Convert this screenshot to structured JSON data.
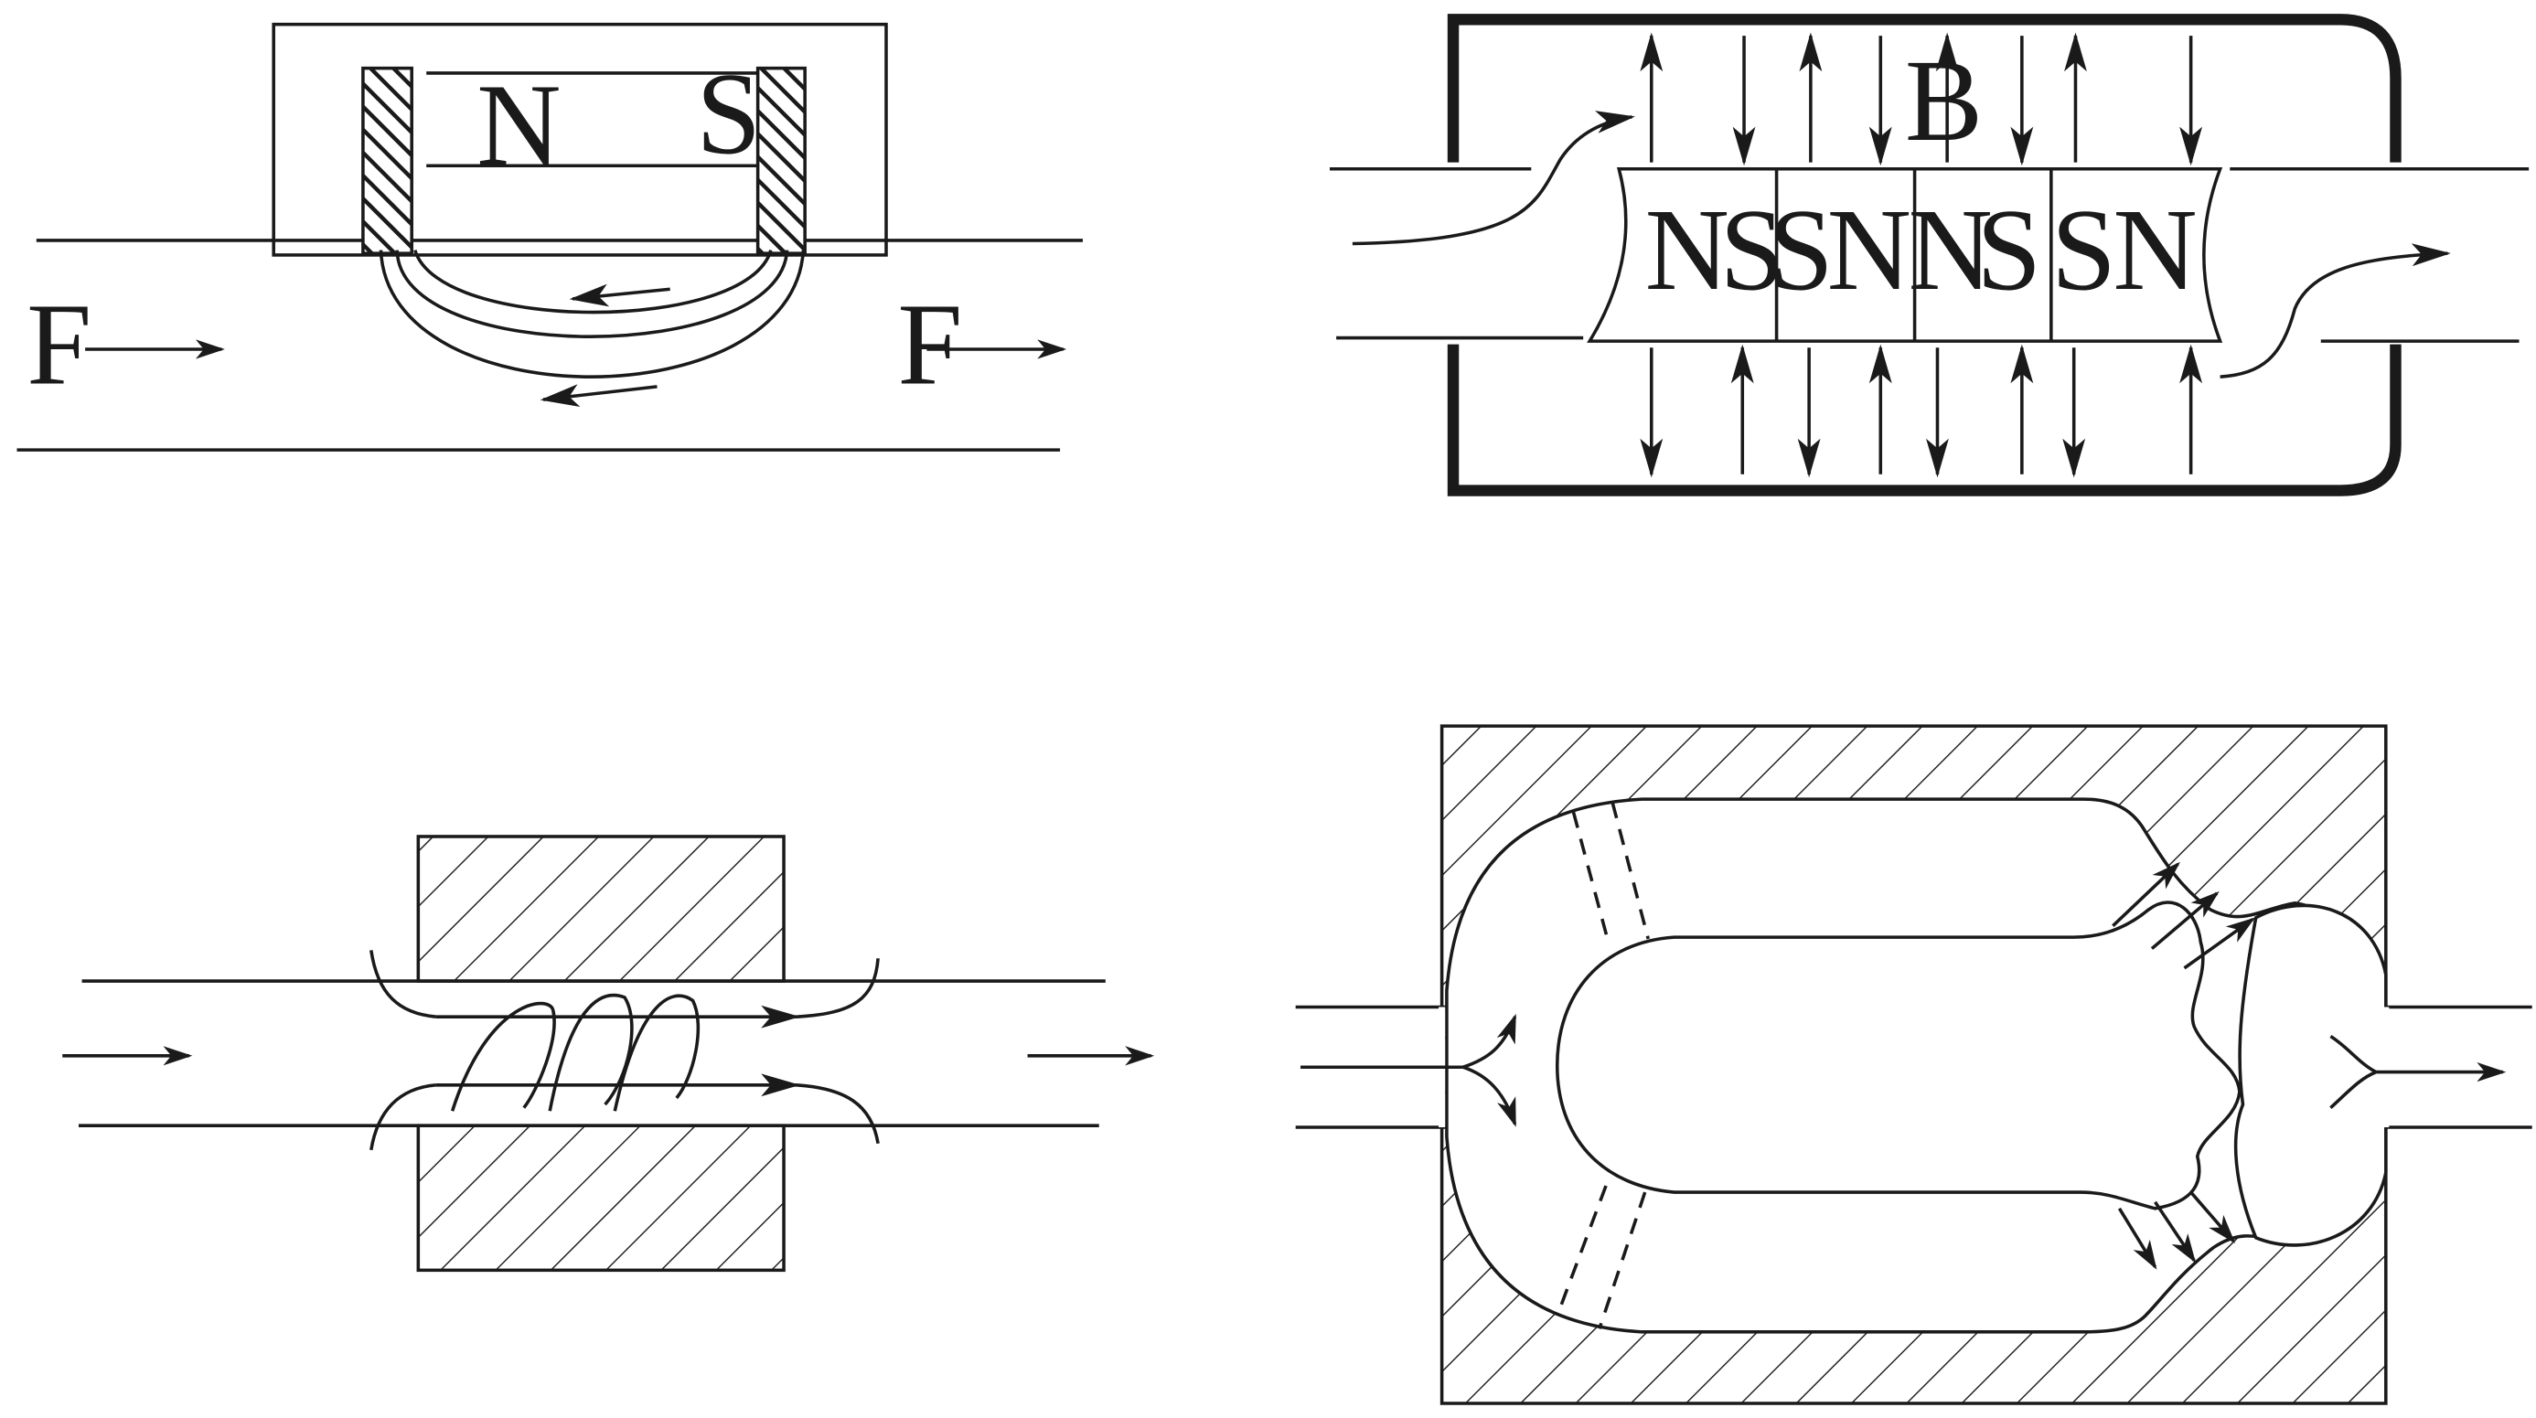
{
  "figure": {
    "panels": [
      {
        "id": "top-left",
        "labels": {
          "north": "N",
          "south": "S",
          "force_left": "F",
          "force_right": "F"
        }
      },
      {
        "id": "top-right",
        "labels": {
          "field": "B",
          "poles": [
            "N",
            "S",
            "S",
            "N",
            "N",
            "S",
            "S",
            "N"
          ]
        }
      },
      {
        "id": "bottom-left",
        "labels": {}
      },
      {
        "id": "bottom-right",
        "labels": {}
      }
    ]
  },
  "colors": {
    "ink": "#1a1a1a",
    "background": "#ffffff"
  }
}
